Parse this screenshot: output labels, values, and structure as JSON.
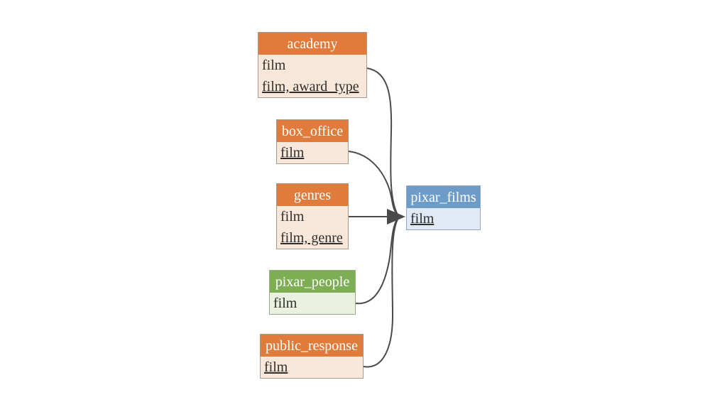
{
  "diagram": {
    "type": "entity-relationship",
    "tables": [
      {
        "id": "academy",
        "title": "academy",
        "theme": "orange",
        "rows": [
          {
            "text": "film",
            "key": false
          },
          {
            "text": "film, award_type",
            "key": true
          }
        ]
      },
      {
        "id": "box_office",
        "title": "box_office",
        "theme": "orange",
        "rows": [
          {
            "text": "film",
            "key": true
          }
        ]
      },
      {
        "id": "genres",
        "title": "genres",
        "theme": "orange",
        "rows": [
          {
            "text": "film",
            "key": false
          },
          {
            "text": "film, genre",
            "key": true
          }
        ]
      },
      {
        "id": "pixar_films",
        "title": "pixar_films",
        "theme": "blue",
        "rows": [
          {
            "text": "film",
            "key": true
          }
        ]
      },
      {
        "id": "pixar_people",
        "title": "pixar_people",
        "theme": "green",
        "rows": [
          {
            "text": "film",
            "key": false
          }
        ]
      },
      {
        "id": "public_response",
        "title": "public_response",
        "theme": "orange",
        "rows": [
          {
            "text": "film",
            "key": true
          }
        ]
      }
    ],
    "relations": [
      {
        "from": "academy",
        "to": "pixar_films"
      },
      {
        "from": "box_office",
        "to": "pixar_films"
      },
      {
        "from": "genres",
        "to": "pixar_films"
      },
      {
        "from": "pixar_people",
        "to": "pixar_films"
      },
      {
        "from": "public_response",
        "to": "pixar_films"
      }
    ],
    "colors": {
      "orange_header": "#E07B3B",
      "orange_body": "#F9E8D9",
      "orange_border": "#A39A90",
      "blue_header": "#6D9CC9",
      "blue_body": "#E0E9F4",
      "blue_border": "#92A7C3",
      "green_header": "#7DAE54",
      "green_body": "#EAF1DF",
      "green_border": "#97AB86",
      "line": "#4A4A4A",
      "row_text": "#2E2E2E",
      "header_text": "#FFFFFF"
    }
  }
}
